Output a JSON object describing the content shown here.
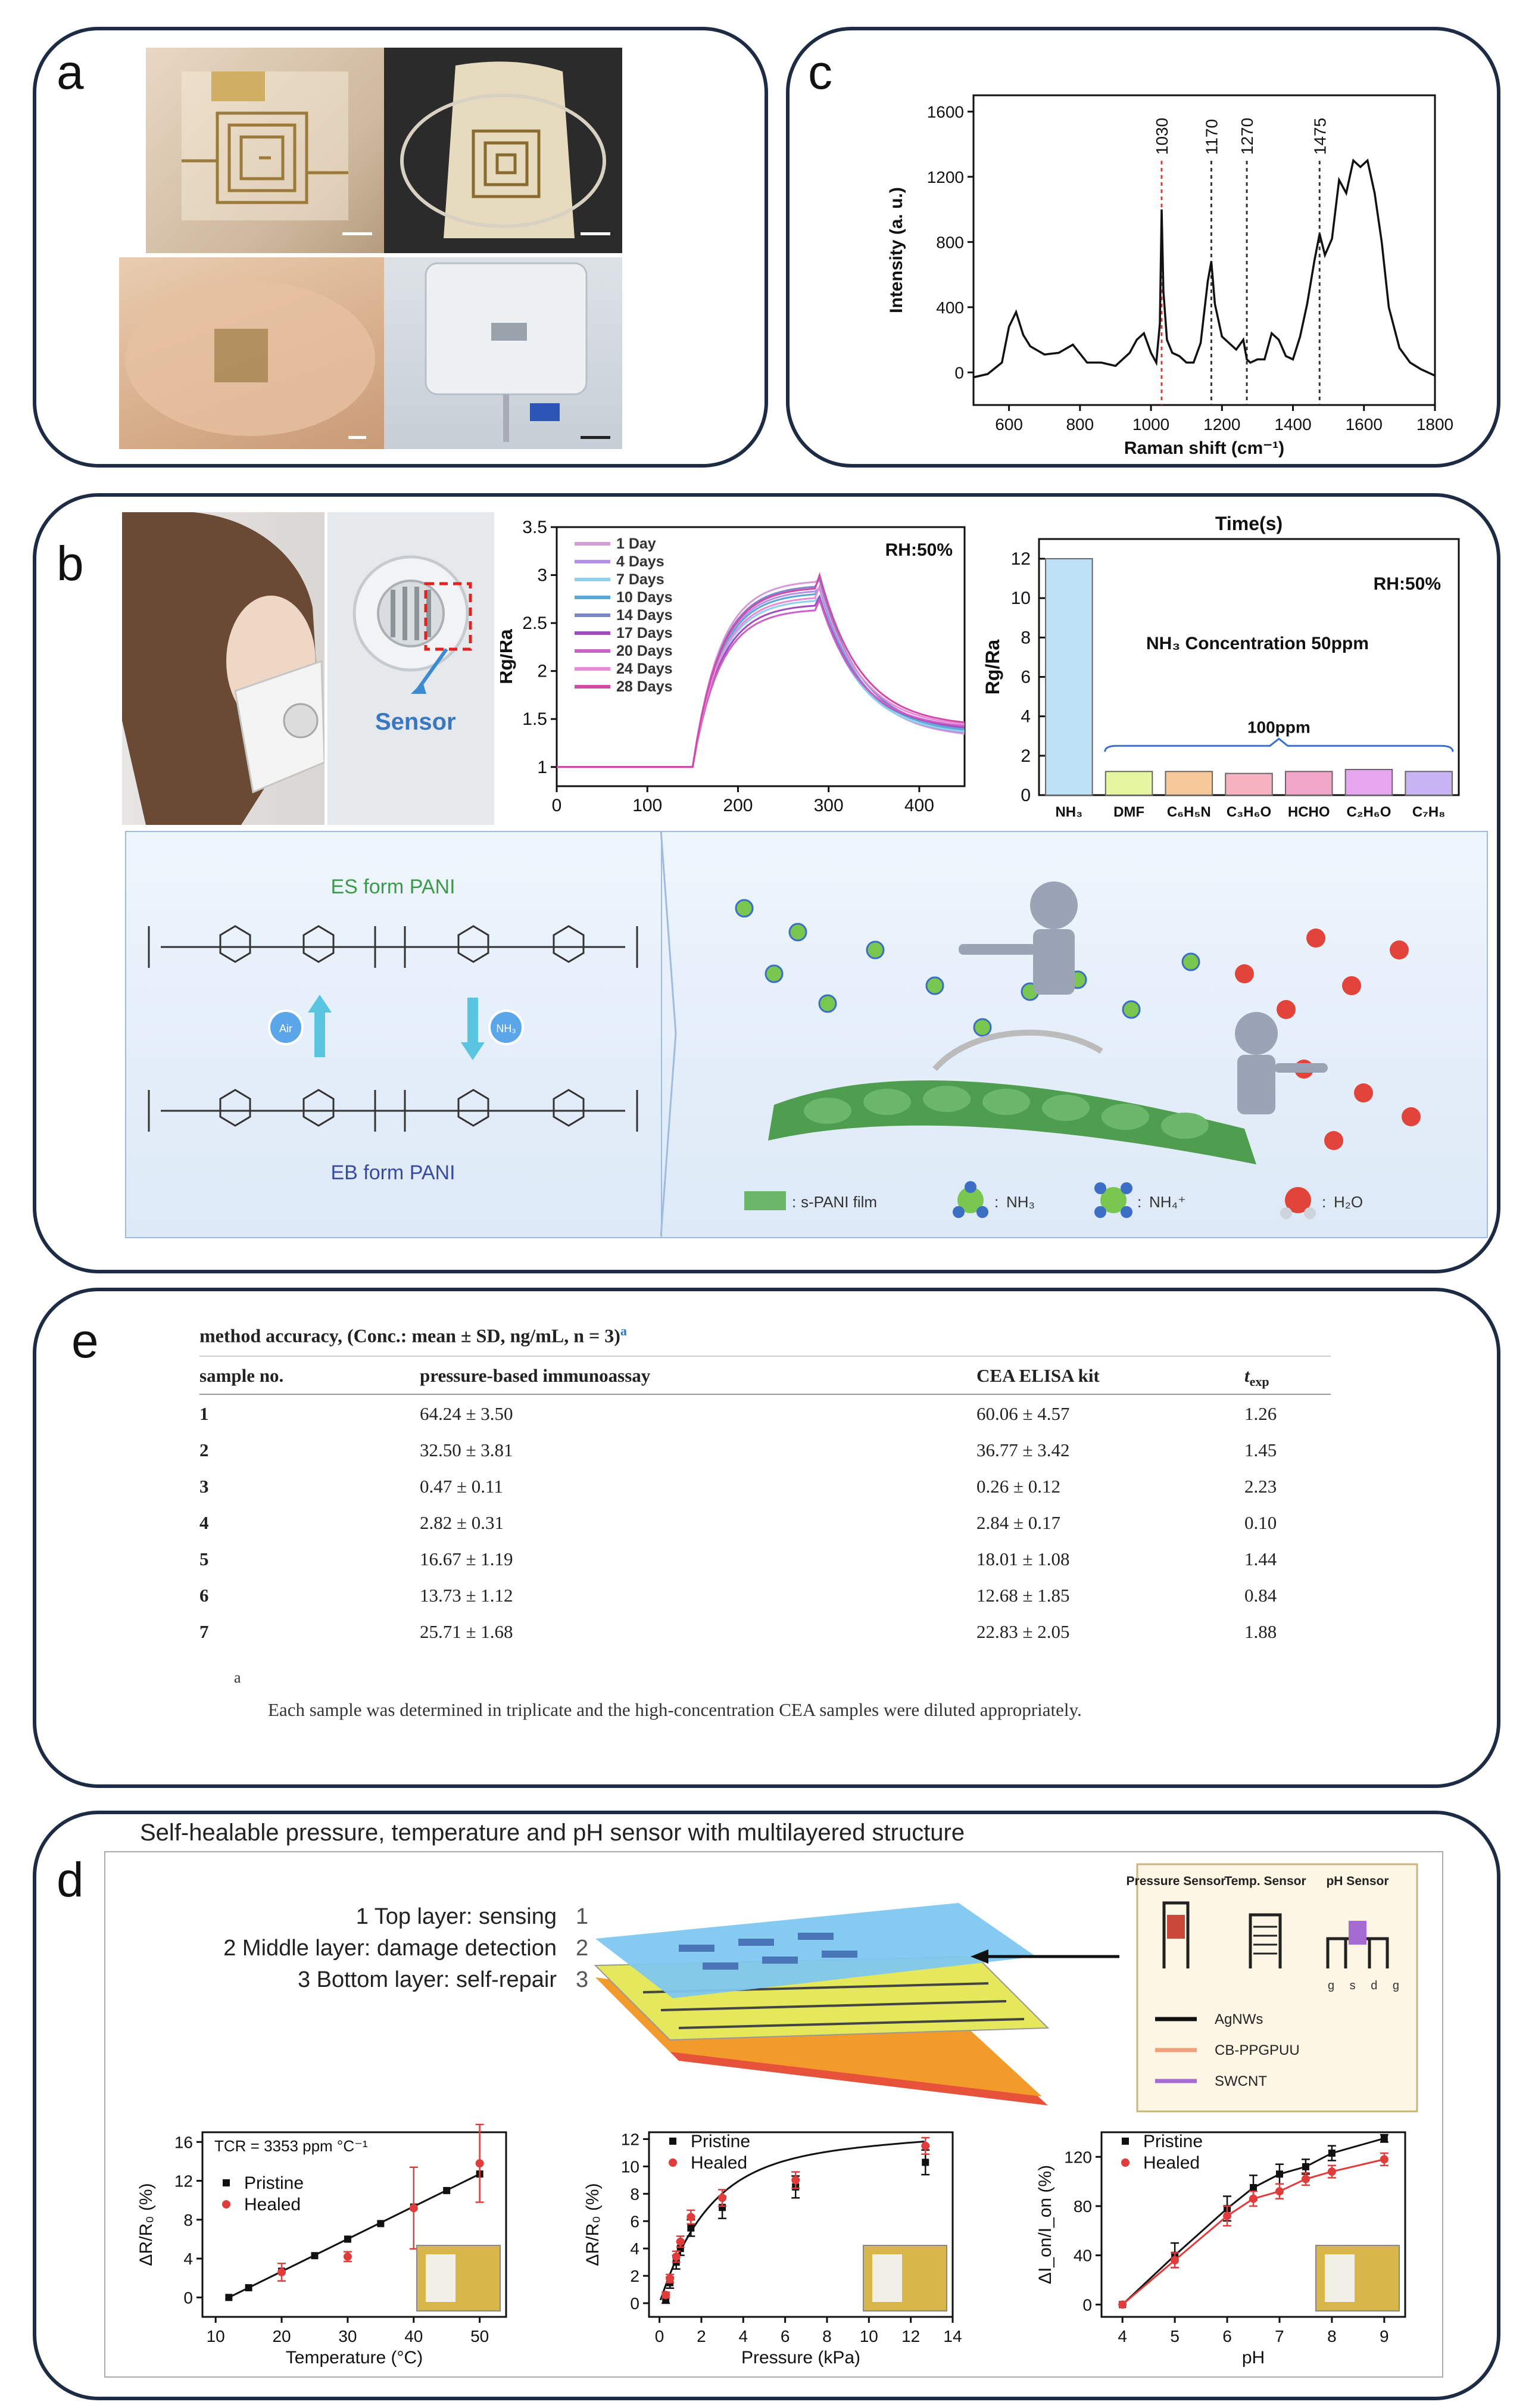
{
  "panels": {
    "a": {
      "label": "a"
    },
    "b": {
      "label": "b"
    },
    "c": {
      "label": "c"
    },
    "d": {
      "label": "d"
    },
    "e": {
      "label": "e"
    }
  },
  "colors": {
    "border": "#1e2b45",
    "chem_bg": "#e3eefb",
    "accent_blue": "#2a78c5"
  },
  "panel_b": {
    "sensor_label": "Sensor",
    "es_form": "ES form PANI",
    "eb_form": "EB form PANI",
    "air": "Air",
    "nh3_bubble": "NH₃",
    "legend": [
      "s-PANI film",
      "NH₃",
      "NH₄⁺",
      "H₂O"
    ],
    "legend_sep": ":"
  },
  "panel_d": {
    "title": "Self-healable pressure, temperature and pH sensor with multilayered structure",
    "layers": [
      "1 Top layer: sensing",
      "2 Middle layer: damage detection",
      "3 Bottom layer: self-repair"
    ],
    "layer_nums": [
      "1",
      "2",
      "3"
    ],
    "sensor_heads": [
      "Pressure Sensor",
      "Temp. Sensor",
      "pH Sensor"
    ],
    "gsdg": "g s d g",
    "materials": [
      {
        "name": "AgNWs",
        "color": "#111111"
      },
      {
        "name": "CB-PPGPUU",
        "color": "#f2a07a"
      },
      {
        "name": "SWCNT",
        "color": "#a66bd3"
      }
    ]
  },
  "table": {
    "title": "method accuracy, (Conc.: mean ± SD, ng/mL, n = 3)",
    "title_sup": "a",
    "headers": [
      "sample no.",
      "pressure-based immunoassay",
      "CEA ELISA kit",
      "t",
      "exp"
    ],
    "rows": [
      [
        "1",
        "64.24 ± 3.50",
        "60.06 ± 4.57",
        "1.26"
      ],
      [
        "2",
        "32.50 ± 3.81",
        "36.77 ± 3.42",
        "1.45"
      ],
      [
        "3",
        "0.47 ± 0.11",
        "0.26 ± 0.12",
        "2.23"
      ],
      [
        "4",
        "2.82 ± 0.31",
        "2.84 ± 0.17",
        "0.10"
      ],
      [
        "5",
        "16.67 ± 1.19",
        "18.01 ± 1.08",
        "1.44"
      ],
      [
        "6",
        "13.73 ± 1.12",
        "12.68 ± 1.85",
        "0.84"
      ],
      [
        "7",
        "25.71 ± 1.68",
        "22.83 ± 2.05",
        "1.88"
      ]
    ],
    "footnote_mark": "a",
    "footnote": "Each sample was determined in triplicate and the high-concentration CEA samples were diluted appropriately."
  },
  "chart_data": [
    {
      "id": "raman",
      "type": "line",
      "xlabel": "Raman shift (cm⁻¹)",
      "ylabel": "Intensity (a. u.)",
      "xlim": [
        500,
        1800
      ],
      "ylim": [
        -200,
        1700
      ],
      "xticks": [
        600,
        800,
        1000,
        1200,
        1400,
        1600,
        1800
      ],
      "yticks": [
        0,
        400,
        800,
        1200,
        1600
      ],
      "peaks": [
        {
          "x": 1030,
          "label": "1030",
          "color": "#d63b3b"
        },
        {
          "x": 1170,
          "label": "1170",
          "color": "#333333"
        },
        {
          "x": 1270,
          "label": "1270",
          "color": "#333333"
        },
        {
          "x": 1475,
          "label": "1475",
          "color": "#333333"
        }
      ],
      "series": [
        {
          "x": [
            500,
            540,
            580,
            600,
            620,
            640,
            660,
            700,
            740,
            780,
            820,
            860,
            900,
            940,
            960,
            980,
            1000,
            1015,
            1025,
            1030,
            1035,
            1045,
            1060,
            1080,
            1100,
            1120,
            1140,
            1160,
            1170,
            1180,
            1200,
            1220,
            1240,
            1260,
            1270,
            1280,
            1300,
            1320,
            1340,
            1360,
            1380,
            1400,
            1420,
            1440,
            1460,
            1475,
            1490,
            1510,
            1530,
            1550,
            1570,
            1590,
            1610,
            1630,
            1650,
            1670,
            1700,
            1730,
            1760,
            1800
          ],
          "y": [
            -30,
            -10,
            60,
            280,
            370,
            230,
            160,
            110,
            120,
            170,
            60,
            60,
            40,
            120,
            200,
            240,
            120,
            60,
            300,
            1000,
            500,
            200,
            120,
            100,
            60,
            60,
            180,
            560,
            680,
            420,
            220,
            180,
            140,
            200,
            80,
            60,
            80,
            80,
            240,
            200,
            100,
            80,
            220,
            420,
            680,
            850,
            720,
            820,
            1180,
            1100,
            1300,
            1260,
            1300,
            1100,
            800,
            400,
            150,
            60,
            20,
            -20
          ],
          "color": "#111111"
        }
      ]
    },
    {
      "id": "stability",
      "type": "line",
      "xlabel": "",
      "ylabel": "Rg/Ra",
      "annotation": "RH:50%",
      "xlim": [
        0,
        450
      ],
      "ylim": [
        0.8,
        3.5
      ],
      "xticks": [
        0,
        100,
        200,
        300,
        400
      ],
      "yticks": [
        1.0,
        1.5,
        2.0,
        2.5,
        3.0,
        3.5
      ],
      "series": [
        {
          "name": "1 Day",
          "color": "#d69ad6",
          "peak": 2.95
        },
        {
          "name": "4 Days",
          "color": "#b58fe8",
          "peak": 2.85
        },
        {
          "name": "7 Days",
          "color": "#8fd1ea",
          "peak": 2.75
        },
        {
          "name": "10 Days",
          "color": "#5aa7d6",
          "peak": 2.82
        },
        {
          "name": "14 Days",
          "color": "#7d85c9",
          "peak": 2.9
        },
        {
          "name": "17 Days",
          "color": "#a04bbf",
          "peak": 2.7
        },
        {
          "name": "20 Days",
          "color": "#cc5fc9",
          "peak": 2.65
        },
        {
          "name": "24 Days",
          "color": "#e98ad8",
          "peak": 2.78
        },
        {
          "name": "28 Days",
          "color": "#d24aa8",
          "peak": 2.88
        }
      ]
    },
    {
      "id": "selectivity",
      "type": "bar",
      "title": "Time(s)",
      "ylabel": "Rg/Ra",
      "annotation": "RH:50%",
      "annotation2": "NH₃ Concentration 50ppm",
      "bracket_label": "100ppm",
      "ylim": [
        0,
        13
      ],
      "yticks": [
        0,
        2,
        4,
        6,
        8,
        10,
        12
      ],
      "categories": [
        "NH₃",
        "DMF",
        "C₆H₅N",
        "C₃H₆O",
        "HCHO",
        "C₂H₆O",
        "C₇H₈"
      ],
      "values": [
        12.0,
        1.2,
        1.2,
        1.1,
        1.2,
        1.3,
        1.2
      ],
      "colors": [
        "#bfe1f7",
        "#e6f5a0",
        "#f7c89a",
        "#f7b2c2",
        "#f0a6c7",
        "#e7a6ef",
        "#c7b5f3"
      ]
    },
    {
      "id": "temperature",
      "type": "scatter",
      "xlabel": "Temperature (°C)",
      "ylabel": "ΔR/R₀ (%)",
      "annotation": "TCR = 3353 ppm °C⁻¹",
      "xlim": [
        8,
        54
      ],
      "ylim": [
        -2,
        17
      ],
      "xticks": [
        10,
        20,
        30,
        40,
        50
      ],
      "yticks": [
        0,
        4,
        8,
        12,
        16
      ],
      "fit": [
        [
          12,
          0
        ],
        [
          50,
          12.7
        ]
      ],
      "series": [
        {
          "name": "Pristine",
          "color": "#111111",
          "x": [
            12,
            15,
            20,
            25,
            30,
            35,
            40,
            45,
            50
          ],
          "y": [
            0,
            1.0,
            2.7,
            4.3,
            6.0,
            7.6,
            9.3,
            11.0,
            12.7
          ]
        },
        {
          "name": "Healed",
          "color": "#e03c3c",
          "x": [
            20,
            30,
            40,
            50
          ],
          "y": [
            2.6,
            4.2,
            9.2,
            13.8
          ],
          "err": [
            0.9,
            0.5,
            4.2,
            4.0
          ]
        }
      ]
    },
    {
      "id": "pressure",
      "type": "scatter",
      "xlabel": "Pressure (kPa)",
      "ylabel": "ΔR/R₀ (%)",
      "xlim": [
        -0.5,
        14
      ],
      "ylim": [
        -1,
        12.5
      ],
      "xticks": [
        0,
        2,
        4,
        6,
        8,
        10,
        12,
        14
      ],
      "yticks": [
        0,
        2,
        4,
        6,
        8,
        10,
        12
      ],
      "series": [
        {
          "name": "Pristine",
          "color": "#111111",
          "x": [
            0.3,
            0.5,
            0.8,
            1.0,
            1.5,
            3.0,
            6.5,
            12.7
          ],
          "y": [
            0.3,
            1.5,
            3.0,
            4.0,
            5.5,
            7.0,
            8.5,
            10.3
          ],
          "err": [
            0.3,
            0.4,
            0.5,
            0.5,
            0.6,
            0.8,
            0.8,
            0.9
          ]
        },
        {
          "name": "Healed",
          "color": "#e03c3c",
          "x": [
            0.3,
            0.5,
            0.8,
            1.0,
            1.5,
            3.0,
            6.5,
            12.7
          ],
          "y": [
            0.6,
            1.8,
            3.4,
            4.5,
            6.3,
            7.7,
            9.0,
            11.5
          ],
          "err": [
            0.2,
            0.3,
            0.4,
            0.4,
            0.5,
            0.6,
            0.6,
            0.6
          ]
        }
      ]
    },
    {
      "id": "ph",
      "type": "line",
      "xlabel": "pH",
      "ylabel": "ΔI_on/I_on (%)",
      "xlim": [
        3.6,
        9.4
      ],
      "ylim": [
        -10,
        140
      ],
      "xticks": [
        4,
        5,
        6,
        7,
        8,
        9
      ],
      "yticks": [
        0,
        40,
        80,
        120
      ],
      "series": [
        {
          "name": "Pristine",
          "color": "#111111",
          "x": [
            4,
            5,
            6,
            6.5,
            7,
            7.5,
            8,
            9
          ],
          "y": [
            0,
            40,
            78,
            95,
            106,
            112,
            123,
            135
          ],
          "err": [
            0,
            10,
            10,
            10,
            8,
            6,
            6,
            3
          ]
        },
        {
          "name": "Healed",
          "color": "#e03c3c",
          "x": [
            4,
            5,
            6,
            6.5,
            7,
            7.5,
            8,
            9
          ],
          "y": [
            0,
            36,
            72,
            86,
            92,
            102,
            108,
            118
          ],
          "err": [
            0,
            6,
            8,
            6,
            6,
            5,
            5,
            5
          ]
        }
      ]
    }
  ]
}
